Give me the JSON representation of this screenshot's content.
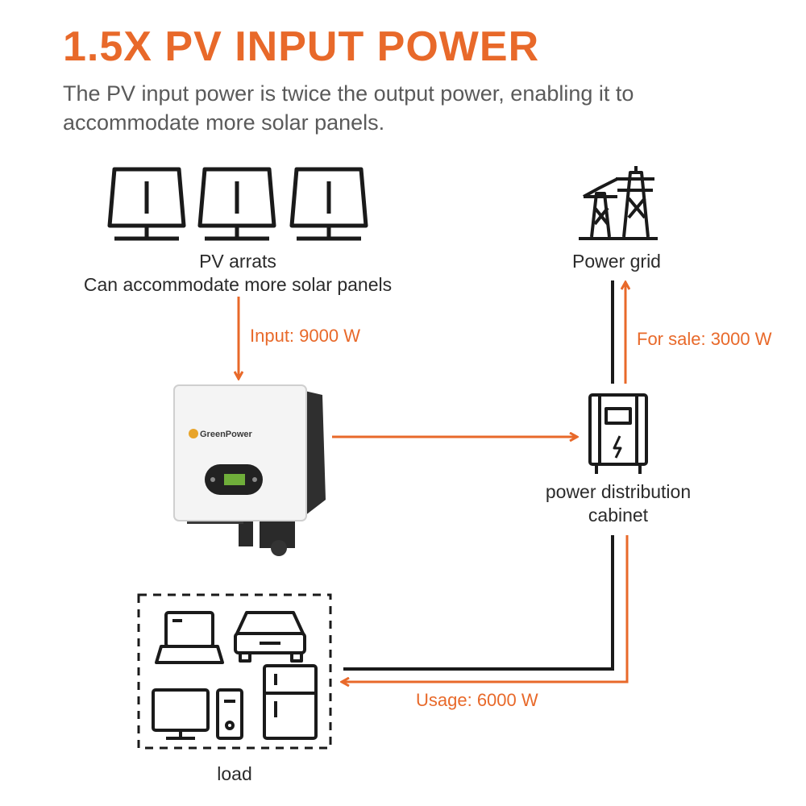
{
  "header": {
    "title": "1.5X PV INPUT POWER",
    "subtitle": "The PV input power is twice the output power, enabling it to accommodate more solar panels."
  },
  "pv": {
    "label_line1": "PV arrats",
    "label_line2": "Can accommodate more solar panels"
  },
  "grid": {
    "label": "Power grid"
  },
  "cabinet": {
    "label_line1": "power distribution",
    "label_line2": "cabinet"
  },
  "load": {
    "label": "load"
  },
  "inverter": {
    "brand": "GreenPower"
  },
  "flows": {
    "input": "Input: 9000 W",
    "sale": "For sale: 3000 W",
    "usage": "Usage: 6000 W"
  },
  "colors": {
    "accent": "#e8692a",
    "line": "#1a1a1a",
    "text": "#2b2b2b",
    "subtitle": "#5a5a5a"
  }
}
